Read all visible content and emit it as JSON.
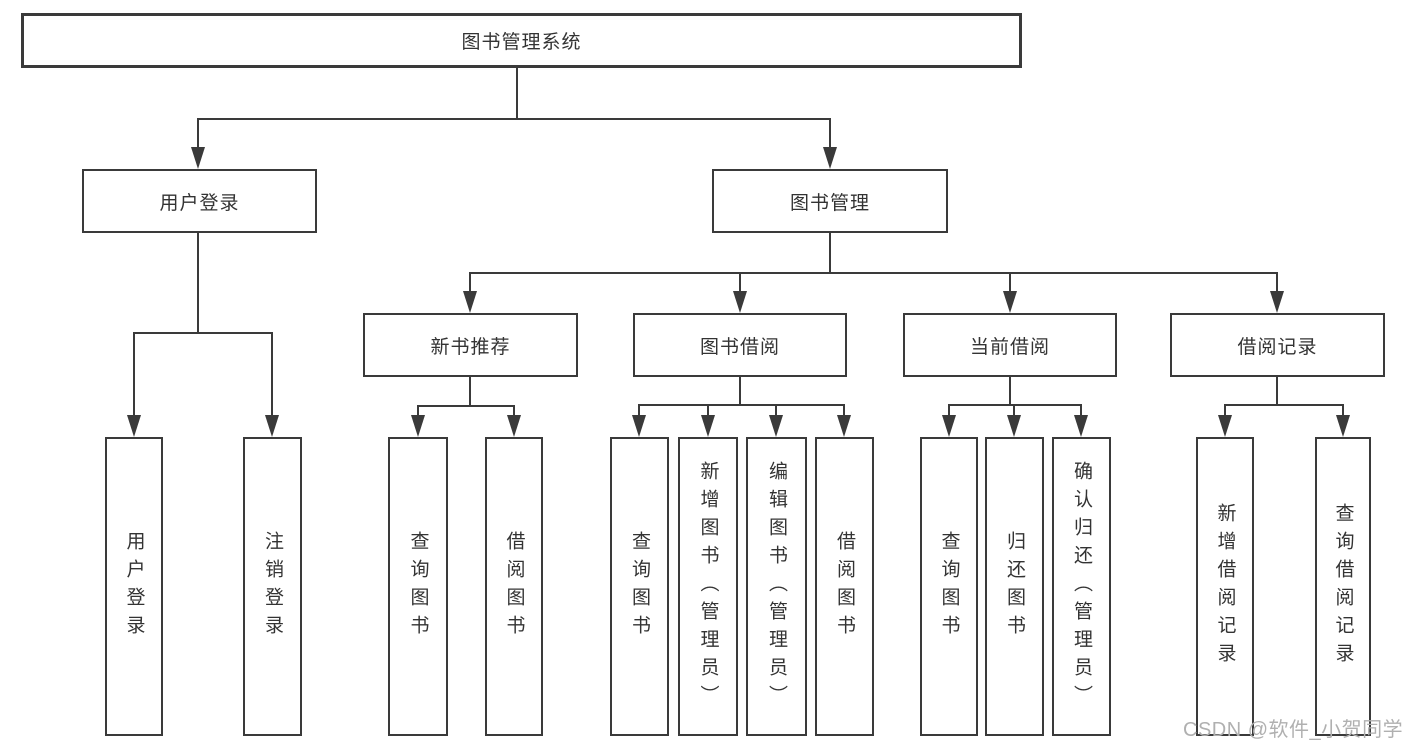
{
  "diagram": {
    "title": "图书管理系统",
    "branches": [
      {
        "label": "用户登录",
        "leaves": [
          "用户登录",
          "注销登录"
        ]
      },
      {
        "label": "图书管理",
        "children": [
          {
            "label": "新书推荐",
            "leaves": [
              "查询图书",
              "借阅图书"
            ]
          },
          {
            "label": "图书借阅",
            "leaves": [
              "查询图书",
              "新增图书（管理员）",
              "编辑图书（管理员）",
              "借阅图书"
            ]
          },
          {
            "label": "当前借阅",
            "leaves": [
              "查询图书",
              "归还图书",
              "确认归还（管理员）"
            ]
          },
          {
            "label": "借阅记录",
            "leaves": [
              "新增借阅记录",
              "查询借阅记录"
            ]
          }
        ]
      }
    ]
  },
  "watermark": {
    "text": "CSDN @软件_小贺同学"
  },
  "colors": {
    "line": "#3a3a3a",
    "box_border": "#3a3a3a",
    "text": "#333333",
    "watermark": "#b0b0b0",
    "background": "#ffffff"
  }
}
